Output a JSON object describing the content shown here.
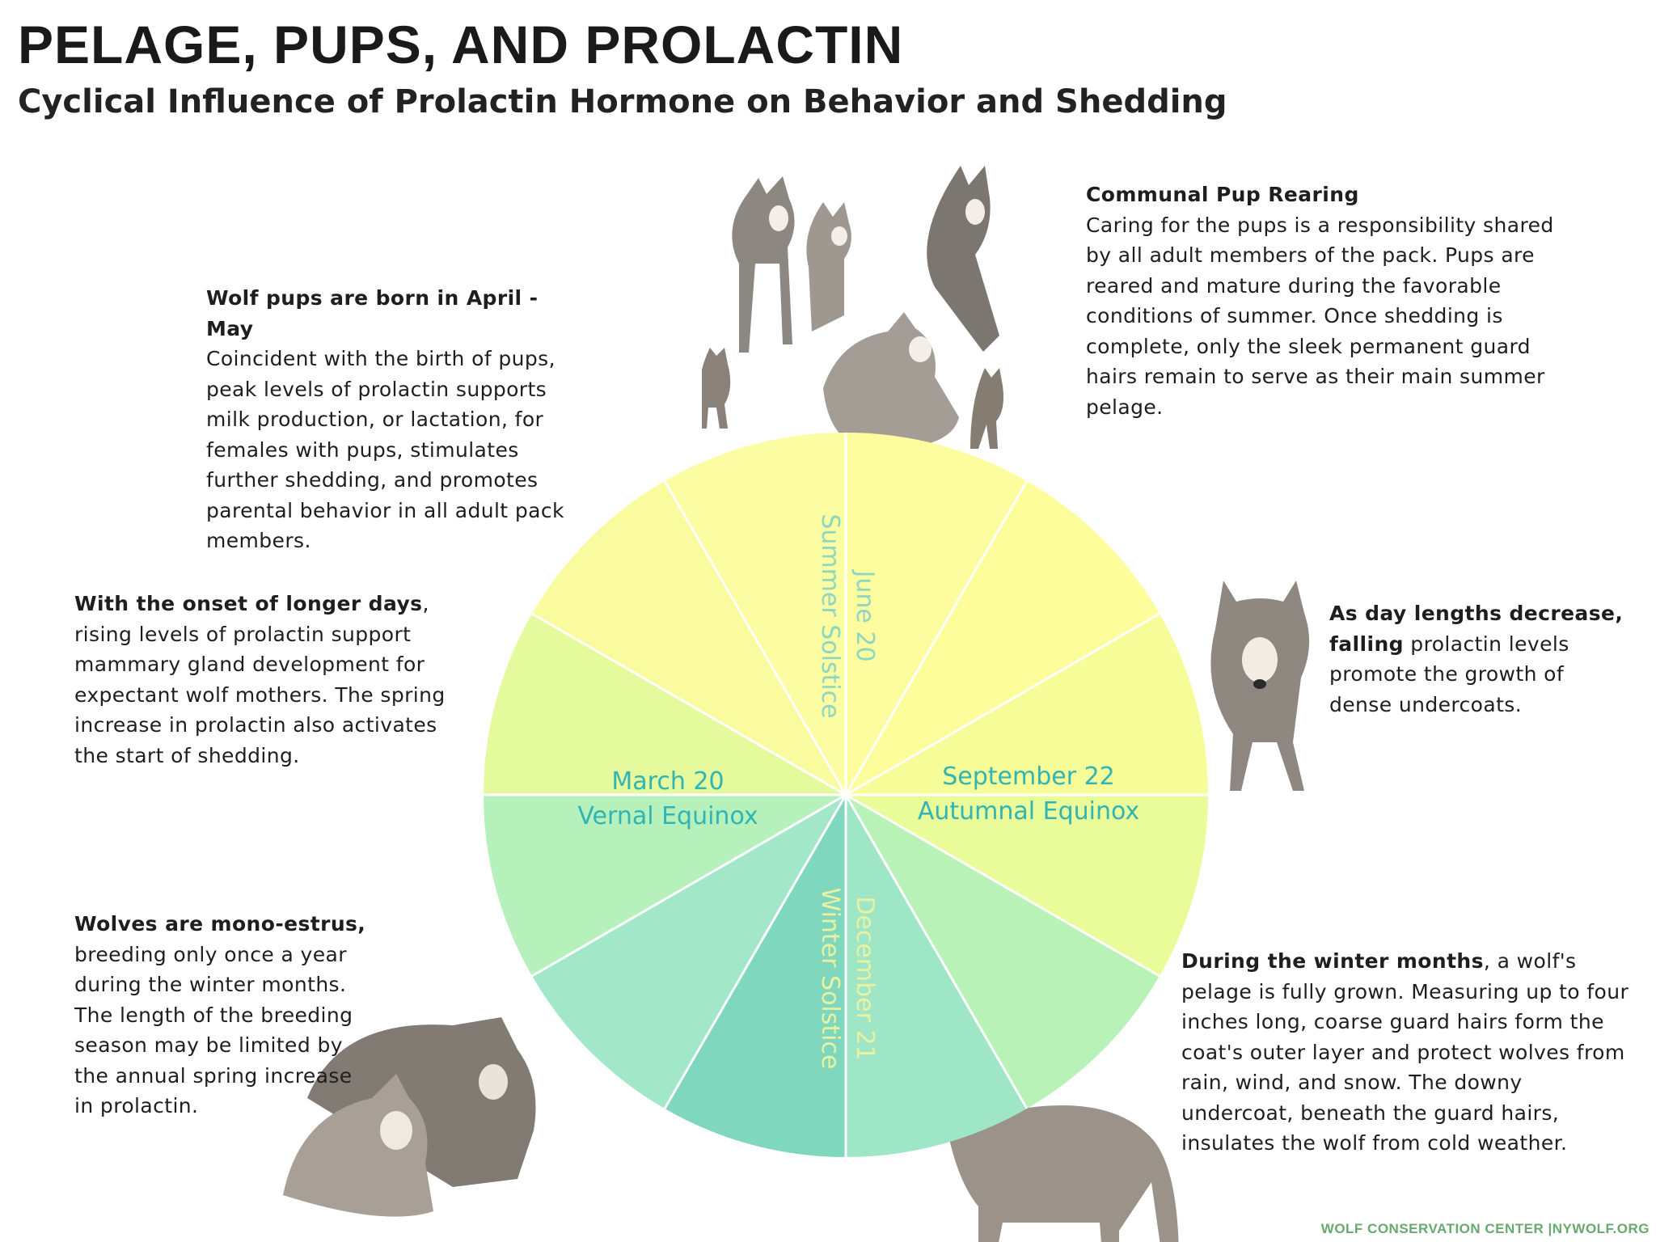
{
  "header": {
    "title": "PELAGE, PUPS, AND PROLACTIN",
    "subtitle": "Cyclical Influence of Prolactin Hormone on Behavior and Shedding"
  },
  "wheel": {
    "segments": 12,
    "colors": [
      "#fdfda0",
      "#fdfd9c",
      "#fbfb9a",
      "#f6fd98",
      "#eafb9a",
      "#b9f2b6",
      "#a6ebc0",
      "#9fe6c6",
      "#7fd7be",
      "#83d9bf",
      "#a2e8c8",
      "#b6f1bb",
      "#e5fa9d",
      "#f3fd99",
      "#fafb9e",
      "#fcfca2"
    ],
    "label_color": "#31b4b4",
    "vertical_label_top_color": "#8fd6c2",
    "vertical_label_bottom_color": "#e8f2a0",
    "labels": {
      "summer_date": "June 20",
      "summer_name": "Summer Solstice",
      "winter_date": "December 21",
      "winter_name": "Winter Solstice",
      "vernal_date": "March 20",
      "vernal_name": "Vernal Equinox",
      "autumnal_date": "September 22",
      "autumnal_name": "Autumnal Equinox"
    }
  },
  "notes": {
    "pups_born": {
      "heading": "Wolf pups are born in April - May",
      "body": "Coincident with the birth of pups, peak levels of prolactin supports milk production, or lactation, for females with pups, stimulates further shedding, and promotes parental behavior in all adult pack members."
    },
    "communal": {
      "heading": "Communal Pup Rearing",
      "body": "Caring for the pups is a responsibility shared by all adult members of the pack. Pups are reared and mature during the favorable conditions of summer. Once shedding is complete, only the sleek permanent guard hairs remain to serve as their main summer pelage."
    },
    "longer_days": {
      "heading": "With the onset of longer days",
      "body": ", rising levels of prolactin support mammary gland development for expectant wolf mothers. The spring increase in prolactin also activates the start of shedding."
    },
    "decrease": {
      "heading": "As day lengths decrease,  falling",
      "body": " prolactin levels promote the growth of dense undercoats."
    },
    "mono_estrus": {
      "heading": "Wolves are mono-estrus,",
      "body": "breeding only once a year during the winter months. The length of the breeding season may be limited by the annual spring increase in prolactin."
    },
    "winter": {
      "heading": "During the winter months",
      "body": ", a wolf's pelage is fully grown. Measuring up to four inches long, coarse guard hairs form the coat's outer layer and protect wolves from rain, wind, and snow. The downy undercoat, beneath the guard hairs, insulates the wolf from cold weather."
    }
  },
  "footer": {
    "org": "WOLF CONSERVATION CENTER",
    "separator": "|",
    "site": "NYWOLF.ORG",
    "color": "#6aa86d"
  },
  "images": {
    "pack_photo": "wolf-pack-with-pups",
    "walking_wolf": "walking-wolf",
    "pair_wolves": "resting-wolf-pair",
    "standing_wolf": "standing-wolf"
  }
}
